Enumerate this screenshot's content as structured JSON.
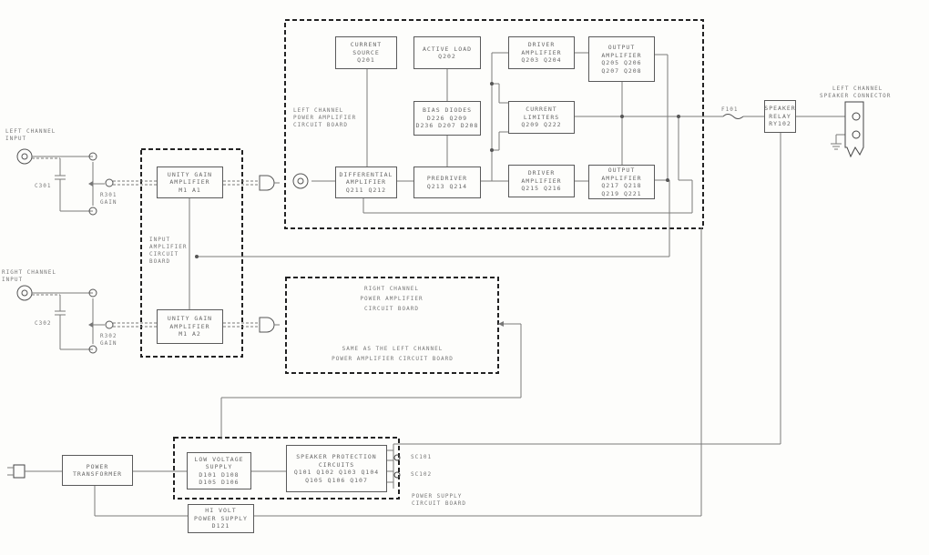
{
  "blocks": {
    "current_source": [
      "CURRENT",
      "SOURCE",
      "Q201"
    ],
    "active_load": [
      "ACTIVE LOAD",
      "Q202"
    ],
    "driver_amp_top": [
      "DRIVER",
      "AMPLIFIER",
      "Q203 Q204"
    ],
    "output_amp_top": [
      "OUTPUT",
      "AMPLIFIER",
      "Q205 Q206",
      "Q207 Q208"
    ],
    "bias_diodes": [
      "BIAS DIODES",
      "D226 Q209",
      "D236 D207 D208"
    ],
    "current_limiters": [
      "CURRENT",
      "LIMITERS",
      "Q209 Q222"
    ],
    "differential_amp": [
      "DIFFERENTIAL",
      "AMPLIFIER",
      "Q211 Q212"
    ],
    "predriver": [
      "PREDRIVER",
      "Q213 Q214"
    ],
    "driver_amp_bottom": [
      "DRIVER",
      "AMPLIFIER",
      "Q215 Q216"
    ],
    "output_amp_bottom": [
      "OUTPUT",
      "AMPLIFIER",
      "Q217 Q218",
      "Q219 Q221"
    ],
    "unity_gain_left": [
      "UNITY GAIN",
      "AMPLIFIER",
      "M1 A1"
    ],
    "unity_gain_right": [
      "UNITY GAIN",
      "AMPLIFIER",
      "M1 A2"
    ],
    "speaker_relay": [
      "SPEAKER",
      "RELAY",
      "RY102"
    ],
    "power_transformer": [
      "POWER",
      "TRANSFORMER"
    ],
    "low_voltage_supply": [
      "LOW VOLTAGE",
      "SUPPLY",
      "D101 D108",
      "D105 D106"
    ],
    "speaker_protection": [
      "SPEAKER PROTECTION",
      "CIRCUITS",
      "Q101 Q102 Q103 Q104",
      "Q105 Q106 Q107"
    ],
    "hv_power_supply": [
      "HI VOLT",
      "POWER SUPPLY",
      "D121"
    ]
  },
  "labels": {
    "left_power_board": [
      "LEFT CHANNEL",
      "POWER AMPLIFIER",
      "CIRCUIT BOARD"
    ],
    "left_input": [
      "LEFT CHANNEL",
      "INPUT"
    ],
    "right_input": [
      "RIGHT CHANNEL",
      "INPUT"
    ],
    "c301": "C301",
    "c302": "C302",
    "r301_gain": [
      "R301",
      "GAIN"
    ],
    "r302_gain": [
      "R302",
      "GAIN"
    ],
    "input_amp_board": [
      "INPUT",
      "AMPLIFIER",
      "CIRCUIT",
      "BOARD"
    ],
    "right_power_board": [
      "RIGHT CHANNEL",
      "POWER AMPLIFIER",
      "CIRCUIT BOARD"
    ],
    "same_as_left": [
      "SAME AS THE LEFT CHANNEL",
      "POWER AMPLIFIER CIRCUIT BOARD"
    ],
    "fuse": "F101",
    "speaker_connector": [
      "LEFT CHANNEL",
      "SPEAKER CONNECTOR"
    ],
    "sc101": "SC101",
    "sc102": "SC102",
    "power_supply_board": [
      "POWER SUPPLY",
      "CIRCUIT BOARD"
    ]
  }
}
